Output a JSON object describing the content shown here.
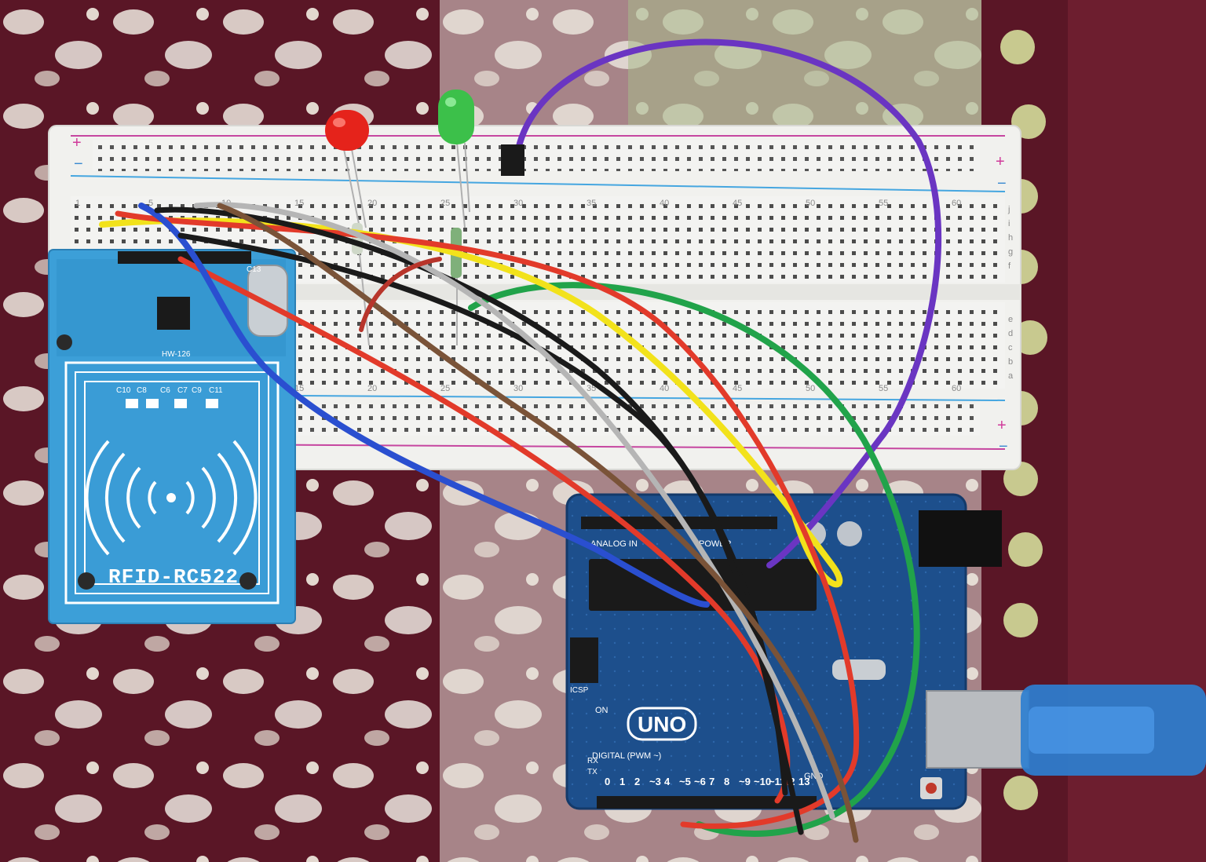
{
  "rfid": {
    "title": "RFID-RC522",
    "model": "HW-126",
    "caps": [
      "C10",
      "C8",
      "C6",
      "C7",
      "C9",
      "C11"
    ],
    "crystal_label": "C13"
  },
  "arduino": {
    "board_label": "UNO",
    "digital_label": "DIGITAL (PWM ~)",
    "power_label": "POWER",
    "analog_label": "ANALOG IN",
    "gnd_label": "GND",
    "on_label": "ON",
    "icsp_label": "ICSP",
    "digital_pins": [
      "0",
      "1",
      "2",
      "~3",
      "4",
      "~5",
      "~6",
      "7",
      "8",
      "~9",
      "~10",
      "~11",
      "12",
      "13"
    ],
    "rx_label": "RX",
    "tx_label": "TX"
  },
  "breadboard": {
    "column_numbers": [
      "1",
      "5",
      "10",
      "15",
      "20",
      "25",
      "30",
      "35",
      "40",
      "45",
      "50",
      "55",
      "60"
    ],
    "row_letters_top": [
      "j",
      "i",
      "h",
      "g",
      "f"
    ],
    "row_letters_bottom": [
      "e",
      "d",
      "c",
      "b",
      "a"
    ],
    "plus": "+",
    "minus": "−"
  },
  "leds": [
    {
      "name": "red-led",
      "color": "#e5231b"
    },
    {
      "name": "green-led",
      "color": "#3cc04a"
    }
  ],
  "colors": {
    "mat_dark": "#5a1626",
    "mat_light": "#e9e3dc",
    "mat_green": "#b7c08a",
    "breadboard": "#f2f2f0",
    "rfid_blue": "#3a9ed6",
    "arduino_blue": "#1d4f8c",
    "wires": [
      "#f2e21b",
      "#e23a2a",
      "#2a4fd0",
      "#1a1a1a",
      "#b5b5b5",
      "#7a5338",
      "#21a34a",
      "#6a35c2"
    ]
  }
}
